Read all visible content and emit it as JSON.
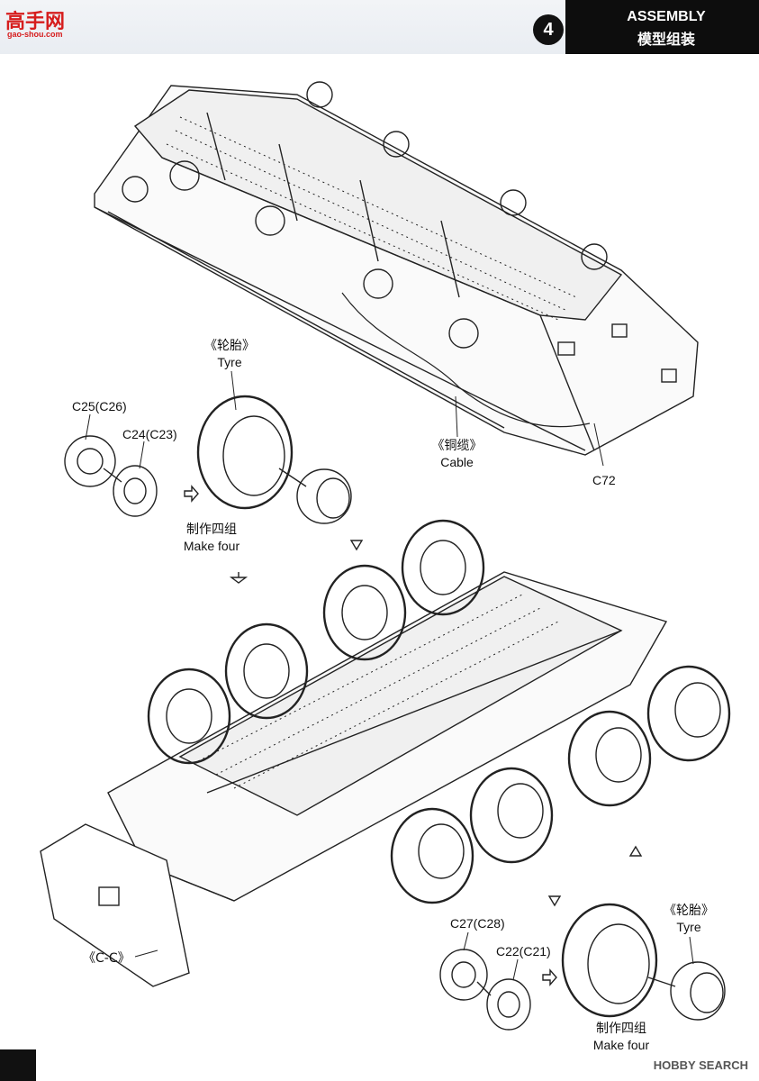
{
  "header": {
    "logo_text": "高手网",
    "logo_sub": "gao-shou.com",
    "step_number": "4",
    "title_en": "ASSEMBLY",
    "title_cn": "模型组装"
  },
  "labels": {
    "tyre_cn_1": "《轮胎》",
    "tyre_en_1": "Tyre",
    "c25": "C25(C26)",
    "c24": "C24(C23)",
    "make_four_cn_1": "制作四组",
    "make_four_en_1": "Make four",
    "cable_cn": "《铜缆》",
    "cable_en": "Cable",
    "c72": "C72",
    "cc": "《C-C》",
    "c27": "C27(C28)",
    "c22": "C22(C21)",
    "tyre_cn_2": "《轮胎》",
    "tyre_en_2": "Tyre",
    "make_four_cn_2": "制作四组",
    "make_four_en_2": "Make four"
  },
  "watermark": "HOBBY SEARCH",
  "colors": {
    "header_dark": "#0d0d0d",
    "logo_red": "#d61d1d",
    "line": "#222222"
  }
}
